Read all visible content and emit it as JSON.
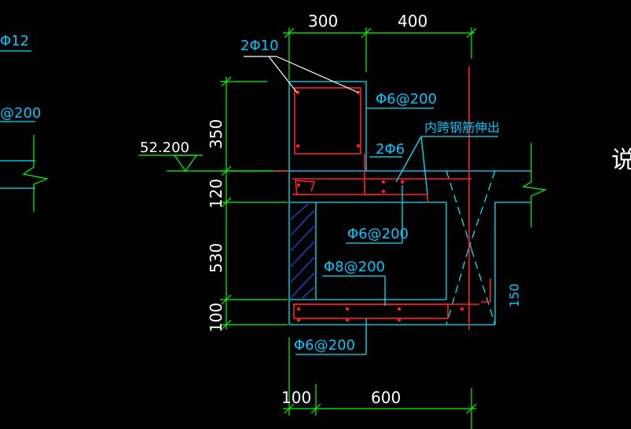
{
  "dimensions": {
    "top_left": "300",
    "top_right": "400",
    "bottom_left": "100",
    "bottom_right": "600",
    "vertical_350": "350",
    "vertical_120": "120",
    "vertical_530": "530",
    "vertical_100": "100",
    "vertical_150": "150"
  },
  "elevation": "52.200",
  "labels": {
    "top_bars": "2Φ10",
    "stirrup_top": "Φ6@200",
    "two_phi6": "2Φ6",
    "inner_extend": "内跨钢筋伸出",
    "slab_bars": "Φ6@200",
    "phi8": "Φ8@200",
    "bottom_bars": "Φ6@200",
    "left_phi12": "Φ12",
    "left_phi6": "@200",
    "note_partial": "说"
  },
  "colors": {
    "background": "#000000",
    "dimension_line": "#00ff00",
    "outline": "#00e5ff",
    "rebar": "#ff2020",
    "text_dim": "#ffffff",
    "text_label": "#00c8ff",
    "hatch": "#2a4bff"
  }
}
